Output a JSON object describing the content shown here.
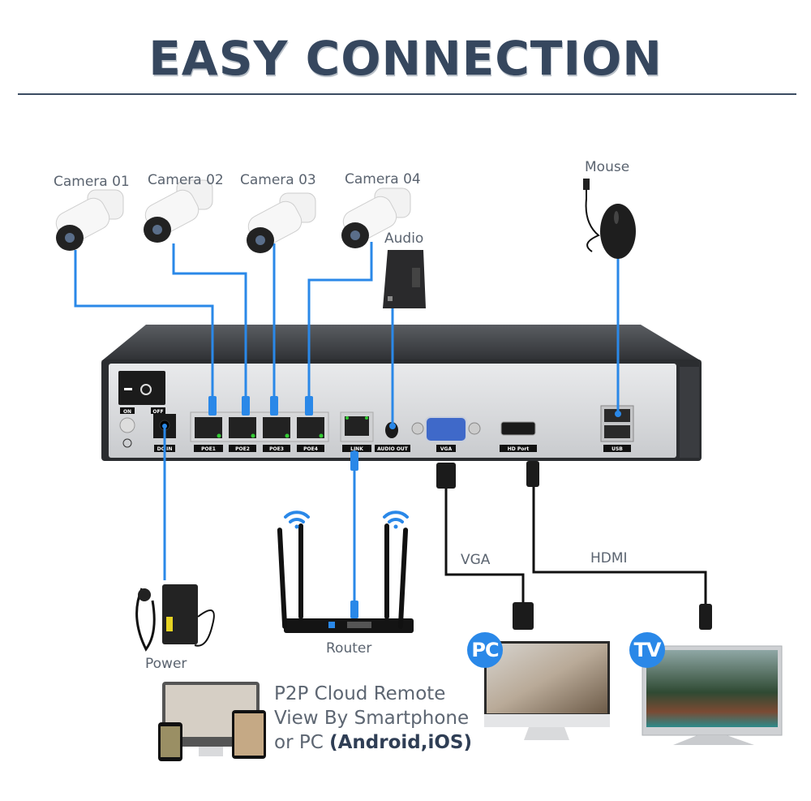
{
  "title": "EASY CONNECTION",
  "colors": {
    "title": "#36475e",
    "network_cable": "#2a88e8",
    "video_cable": "#111111",
    "badge": "#2a88e8"
  },
  "devices": {
    "cameras": [
      {
        "label": "Camera 01",
        "port": "POE1"
      },
      {
        "label": "Camera 02",
        "port": "POE2"
      },
      {
        "label": "Camera 03",
        "port": "POE3"
      },
      {
        "label": "Camera 04",
        "port": "POE4"
      }
    ],
    "audio": {
      "label": "Audio",
      "port": "AUDIO OUT"
    },
    "mouse": {
      "label": "Mouse",
      "port": "USB"
    },
    "power": {
      "label": "Power",
      "port": "DC IN"
    },
    "router": {
      "label": "Router",
      "port": "LINK"
    },
    "pc": {
      "badge": "PC",
      "cable": "VGA",
      "port": "VGA"
    },
    "tv": {
      "badge": "TV",
      "cable": "HDMI",
      "port": "HD Port"
    }
  },
  "nvr_panel": {
    "switch_labels": [
      "ON",
      "OFF"
    ],
    "port_labels": [
      "DC IN",
      "POE1",
      "POE2",
      "POE3",
      "POE4",
      "LINK",
      "AUDIO OUT",
      "VGA",
      "HD Port",
      "USB"
    ]
  },
  "remote_view": {
    "line1": "P2P Cloud Remote",
    "line2": "View By Smartphone",
    "line3_prefix": "or PC ",
    "line3_bold": "(Android,iOS)"
  }
}
